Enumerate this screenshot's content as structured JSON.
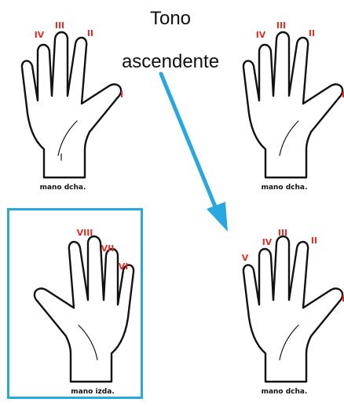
{
  "title": {
    "line1": "Tono",
    "line2": "ascendente"
  },
  "colors": {
    "accent": "#29a8e0",
    "numeral": "#e0302a"
  },
  "hands": [
    {
      "caption": "mano dcha.",
      "labels": {
        "index": "II",
        "middle": "III",
        "ring": "IV",
        "thumb": "I"
      }
    },
    {
      "caption": "mano dcha.",
      "labels": {
        "index": "II",
        "middle": "III",
        "ring": "IV",
        "thumb": "I"
      }
    },
    {
      "caption": "mano izda.",
      "labels": {
        "index": "VIII",
        "middle": "VII",
        "ring": "VI"
      }
    },
    {
      "caption": "mano dcha.",
      "labels": {
        "pinky": "V",
        "ring": "IV",
        "middle": "III",
        "index": "II",
        "thumb": "I"
      }
    }
  ]
}
